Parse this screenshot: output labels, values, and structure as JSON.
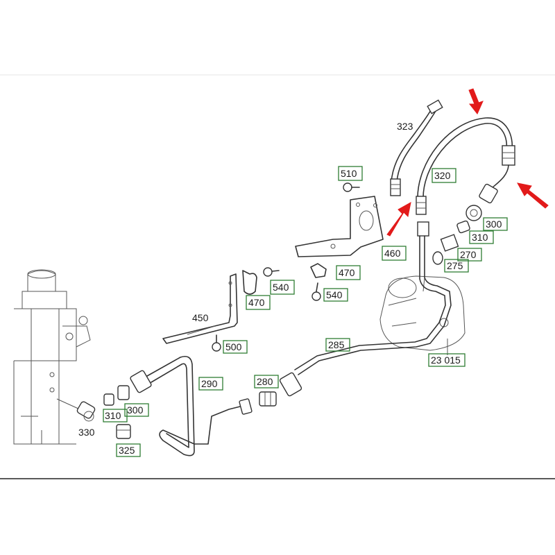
{
  "labels": {
    "l323": "323",
    "l510": "510",
    "l320": "320",
    "l300a": "300",
    "l310a": "310",
    "l270": "270",
    "l275": "275",
    "l460": "460",
    "l470a": "470",
    "l540a": "540",
    "l470b": "470",
    "l540b": "540",
    "l450": "450",
    "l500": "500",
    "l285": "285",
    "l23015": "23 015",
    "l290": "290",
    "l280": "280",
    "l310b": "310",
    "l300b": "300",
    "l330": "330",
    "l325": "325"
  },
  "colors": {
    "arrow": "#e21a1a",
    "label_box": "#2e7d32",
    "line": "#333333"
  }
}
